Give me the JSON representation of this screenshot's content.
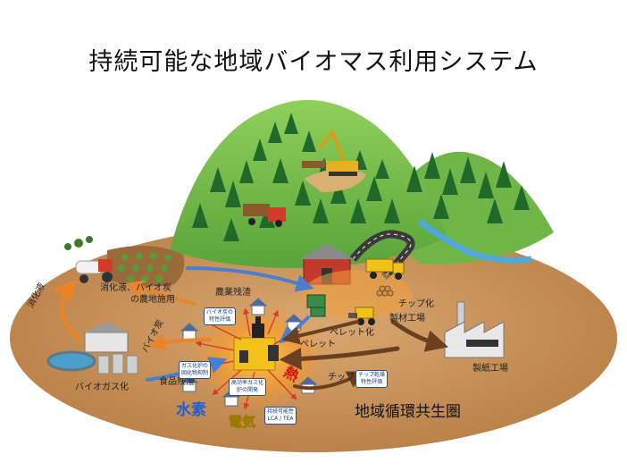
{
  "title": "持続可能な地域バイオマス利用システム",
  "region_label": "地域循環共生圏",
  "flows": {
    "digestate": "消化液、バイオ炭",
    "farmland": "の農地施用",
    "agri_residue": "農業残渣",
    "digestate_left": "消化液",
    "biochar": "バイオ炭",
    "chipping": "チップ化",
    "sawmill": "製材工場",
    "pelletize": "ペレット化",
    "pellet": "ペレット",
    "paper_mill": "製紙工場",
    "chip": "チップ",
    "food_residue": "食品残渣",
    "biogas": "バイオガス化",
    "hydrogen": "水素",
    "electricity": "電気",
    "heat": "熱"
  },
  "research_boxes": {
    "biochar_eval": [
      "バイオ炭の",
      "特性評価"
    ],
    "gasifier": [
      "ガス化炉の",
      "固化物抑制"
    ],
    "gas_purify": [
      "高効率ガス化",
      "炉の開発"
    ],
    "chip_drying": [
      "チップ乾燥",
      "特性評価"
    ],
    "sustainability": [
      "持続可能性",
      "LCA / TEA"
    ]
  },
  "colors": {
    "ground": "#c9945a",
    "hill": "#7cc24a",
    "forest": "#1f6a2a",
    "arrow_blue": "#4a7fd0",
    "arrow_orange": "#e8852a",
    "arrow_brown": "#6a4020"
  }
}
